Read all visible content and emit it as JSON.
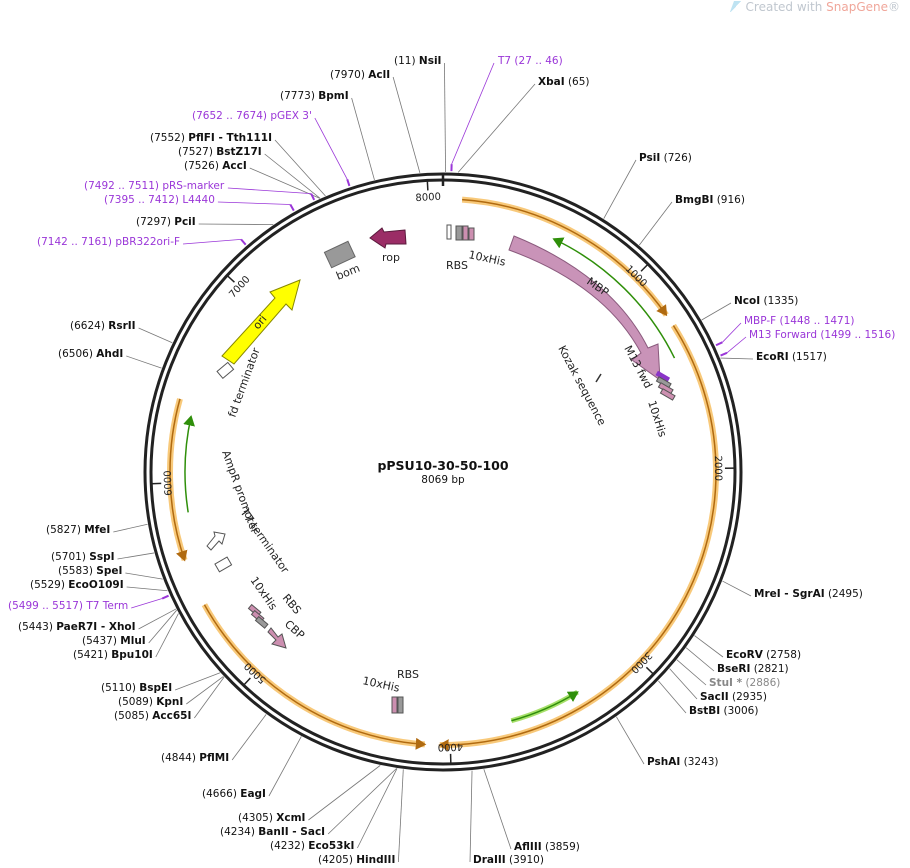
{
  "watermark": {
    "prefix": "Created with ",
    "brand": "SnapGene",
    "suffix": "®"
  },
  "plasmid": {
    "name": "pPSU10-30-50-100",
    "length_label": "8069 bp",
    "length": 8069
  },
  "ticks": [
    {
      "pos": 1000,
      "label": "1000"
    },
    {
      "pos": 2000,
      "label": "2000"
    },
    {
      "pos": 3000,
      "label": "3000"
    },
    {
      "pos": 4000,
      "label": "4000"
    },
    {
      "pos": 5000,
      "label": "5000"
    },
    {
      "pos": 6000,
      "label": "6000"
    },
    {
      "pos": 7000,
      "label": "7000"
    },
    {
      "pos": 8000,
      "label": "8000"
    }
  ],
  "sites": [
    {
      "id": "nsii",
      "name": "NsiI",
      "pos": "(11)",
      "bp": 11,
      "style": "normal",
      "side": "right"
    },
    {
      "id": "acli",
      "name": "AclI",
      "pos": "(7970)",
      "bp": 7970,
      "style": "normal",
      "side": "right"
    },
    {
      "id": "bpmi",
      "name": "BpmI",
      "pos": "(7773)",
      "bp": 7773,
      "style": "normal",
      "side": "right"
    },
    {
      "id": "pflfi",
      "name": "PflFI",
      "extra": " - Tth111I",
      "pos": "(7552)",
      "bp": 7552,
      "style": "normal",
      "side": "right"
    },
    {
      "id": "bstz17i",
      "name": "BstZ17I",
      "pos": "(7527)",
      "bp": 7527,
      "style": "normal",
      "side": "right"
    },
    {
      "id": "acci",
      "name": "AccI",
      "pos": "(7526)",
      "bp": 7526,
      "style": "normal",
      "side": "right"
    },
    {
      "id": "pcii",
      "name": "PciI",
      "pos": "(7297)",
      "bp": 7297,
      "style": "normal",
      "side": "right"
    },
    {
      "id": "xbai",
      "name": "XbaI",
      "pos": "(65)",
      "bp": 65,
      "style": "normal",
      "side": "left"
    },
    {
      "id": "psii",
      "name": "PsiI",
      "pos": "(726)",
      "bp": 726,
      "style": "normal",
      "side": "left"
    },
    {
      "id": "bmgbi",
      "name": "BmgBI",
      "pos": "(916)",
      "bp": 916,
      "style": "normal",
      "side": "left"
    },
    {
      "id": "ncoi",
      "name": "NcoI",
      "pos": "(1335)",
      "bp": 1335,
      "style": "normal",
      "side": "left"
    },
    {
      "id": "ecori",
      "name": "EcoRI",
      "pos": "(1517)",
      "bp": 1517,
      "style": "normal",
      "side": "left"
    },
    {
      "id": "mrei",
      "name": "MreI",
      "extra": " - SgrAI",
      "pos": "(2495)",
      "bp": 2495,
      "style": "normal",
      "side": "left"
    },
    {
      "id": "ecorv",
      "name": "EcoRV",
      "pos": "(2758)",
      "bp": 2758,
      "style": "normal",
      "side": "left"
    },
    {
      "id": "berei",
      "name": "BseRI",
      "pos": "(2821)",
      "bp": 2821,
      "style": "normal",
      "side": "left"
    },
    {
      "id": "stui",
      "name": "StuI",
      "extra": " *",
      "pos": "(2886)",
      "bp": 2886,
      "style": "gray",
      "side": "left"
    },
    {
      "id": "sacii",
      "name": "SacII",
      "pos": "(2935)",
      "bp": 2935,
      "style": "normal",
      "side": "left"
    },
    {
      "id": "bstbi",
      "name": "BstBI",
      "pos": "(3006)",
      "bp": 3006,
      "style": "normal",
      "side": "left"
    },
    {
      "id": "pshai",
      "name": "PshAI",
      "pos": "(3243)",
      "bp": 3243,
      "style": "normal",
      "side": "left"
    },
    {
      "id": "afliii",
      "name": "AflIII",
      "pos": "(3859)",
      "bp": 3859,
      "style": "normal",
      "side": "left"
    },
    {
      "id": "draiii",
      "name": "DraIII",
      "pos": "(3910)",
      "bp": 3910,
      "style": "normal",
      "side": "left"
    },
    {
      "id": "hindiii",
      "name": "HindIII",
      "pos": "(4205)",
      "bp": 4205,
      "style": "normal",
      "side": "right"
    },
    {
      "id": "eco53ki",
      "name": "Eco53kI",
      "pos": "(4232)",
      "bp": 4232,
      "style": "normal",
      "side": "right"
    },
    {
      "id": "banii",
      "name": "BanII",
      "extra": " - SacI",
      "pos": "(4234)",
      "bp": 4234,
      "style": "normal",
      "side": "right"
    },
    {
      "id": "xcmi",
      "name": "XcmI",
      "pos": "(4305)",
      "bp": 4305,
      "style": "normal",
      "side": "right"
    },
    {
      "id": "eagi",
      "name": "EagI",
      "pos": "(4666)",
      "bp": 4666,
      "style": "normal",
      "side": "right"
    },
    {
      "id": "pflmi",
      "name": "PflMI",
      "pos": "(4844)",
      "bp": 4844,
      "style": "normal",
      "side": "right"
    },
    {
      "id": "acc65i",
      "name": "Acc65I",
      "pos": "(5085)",
      "bp": 5085,
      "style": "normal",
      "side": "right"
    },
    {
      "id": "kpni",
      "name": "KpnI",
      "pos": "(5089)",
      "bp": 5089,
      "style": "normal",
      "side": "right"
    },
    {
      "id": "bspei",
      "name": "BspEI",
      "pos": "(5110)",
      "bp": 5110,
      "style": "normal",
      "side": "right"
    },
    {
      "id": "bpu10i",
      "name": "Bpu10I",
      "pos": "(5421)",
      "bp": 5421,
      "style": "normal",
      "side": "right"
    },
    {
      "id": "mlui",
      "name": "MluI",
      "pos": "(5437)",
      "bp": 5437,
      "style": "normal",
      "side": "right"
    },
    {
      "id": "paer7i",
      "name": "PaeR7I",
      "extra": " - XhoI",
      "pos": "(5443)",
      "bp": 5443,
      "style": "normal",
      "side": "right"
    },
    {
      "id": "eco0109i",
      "name": "EcoO109I",
      "pos": "(5529)",
      "bp": 5529,
      "style": "normal",
      "side": "right"
    },
    {
      "id": "spei",
      "name": "SpeI",
      "pos": "(5583)",
      "bp": 5583,
      "style": "normal",
      "side": "right"
    },
    {
      "id": "sspi",
      "name": "SspI",
      "pos": "(5701)",
      "bp": 5701,
      "style": "normal",
      "side": "right"
    },
    {
      "id": "mfei",
      "name": "MfeI",
      "pos": "(5827)",
      "bp": 5827,
      "style": "normal",
      "side": "right"
    },
    {
      "id": "ahdi",
      "name": "AhdI",
      "pos": "(6506)",
      "bp": 6506,
      "style": "normal",
      "side": "right"
    },
    {
      "id": "rsrii",
      "name": "RsrII",
      "pos": "(6624)",
      "bp": 6624,
      "style": "normal",
      "side": "right"
    }
  ],
  "primers": [
    {
      "id": "t7",
      "name": "T7",
      "pos": "(27 .. 46)"
    },
    {
      "id": "pgex3",
      "name": "pGEX 3'",
      "pos": "(7652 .. 7674)"
    },
    {
      "id": "rsmarker",
      "name": "pRS-marker",
      "pos": "(7492 .. 7511)"
    },
    {
      "id": "l4440",
      "name": "L4440",
      "pos": "(7395 .. 7412)"
    },
    {
      "id": "pbr322ori",
      "name": "pBR322ori-F",
      "pos": "(7142 .. 7161)"
    },
    {
      "id": "mbpf",
      "name": "MBP-F",
      "pos": "(1448 .. 1471)"
    },
    {
      "id": "m13fwd_p",
      "name": "M13 Forward",
      "pos": "(1499 .. 1516)"
    },
    {
      "id": "t7term",
      "name": "T7 Term",
      "pos": "(5499 .. 5517)"
    }
  ],
  "features": {
    "rbs1": "RBS",
    "his1": "10xHis",
    "mbp": "MBP",
    "m13fwd": "M13 fwd",
    "his2": "10xHis",
    "kozak": "Kozak sequence",
    "rop": "rop",
    "bom": "bom",
    "ori": "ori",
    "fdterm": "fd terminator",
    "ampr": "AmpR promoter",
    "t7term": "T7 terminator",
    "his3": "10xHis",
    "rbs3": "RBS",
    "cbp": "CBP",
    "rbs2": "RBS",
    "his4": "10xHis"
  },
  "colors": {
    "backbone": "#222222",
    "mbp": "#c993b8",
    "rop": "#9b2d66",
    "bom": "#999999",
    "ori": "#ffff00",
    "orf": "#f8c97a",
    "orf_arrow": "#b06a10",
    "primer": "#9a36d8",
    "green": "#2f8f0a",
    "tag": "#cc8fb0"
  }
}
